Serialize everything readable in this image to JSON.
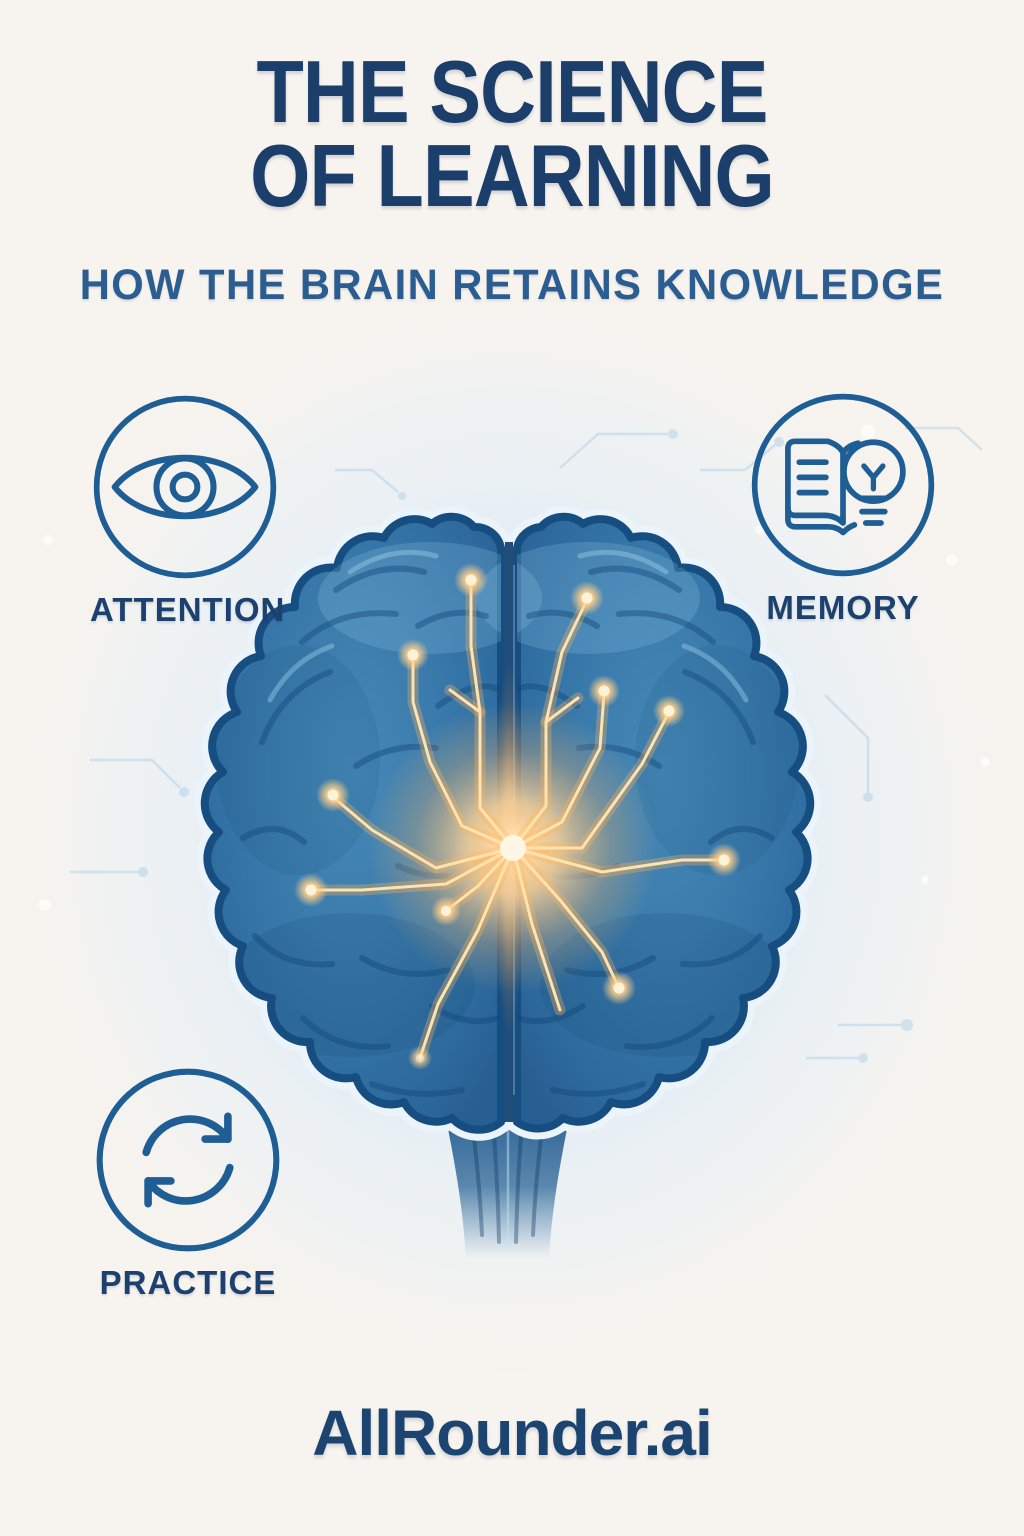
{
  "poster": {
    "title_line1": "THE SCIENCE",
    "title_line2": "OF LEARNING",
    "subtitle": "HOW THE BRAIN RETAINS KNOWLEDGE",
    "brand": "AllRounder.ai"
  },
  "features": [
    {
      "id": "attention",
      "label": "ATTENTION",
      "icon": "eye-icon"
    },
    {
      "id": "memory",
      "label": "MEMORY",
      "icon": "book-lightbulb-icon"
    },
    {
      "id": "practice",
      "label": "PRACTICE",
      "icon": "cycle-arrows-icon"
    }
  ],
  "illustration": {
    "name": "brain-neural-circuit",
    "elements": [
      "left-hemisphere",
      "right-hemisphere",
      "brainstem",
      "glowing-neural-connections",
      "faint-circuit-traces"
    ]
  },
  "colors": {
    "background": "#f7f3ee",
    "halo": "#d9e9f5",
    "title": "#1c3e6b",
    "subtitle": "#2b5d90",
    "label": "#1c416f",
    "icon_stroke": "#1f5e95",
    "brand": "#1b4470",
    "brain_fill": "#3b7cad",
    "brain_outline": "#174e81",
    "glow": "#ffd9a2",
    "node_core": "#fff3d6"
  }
}
